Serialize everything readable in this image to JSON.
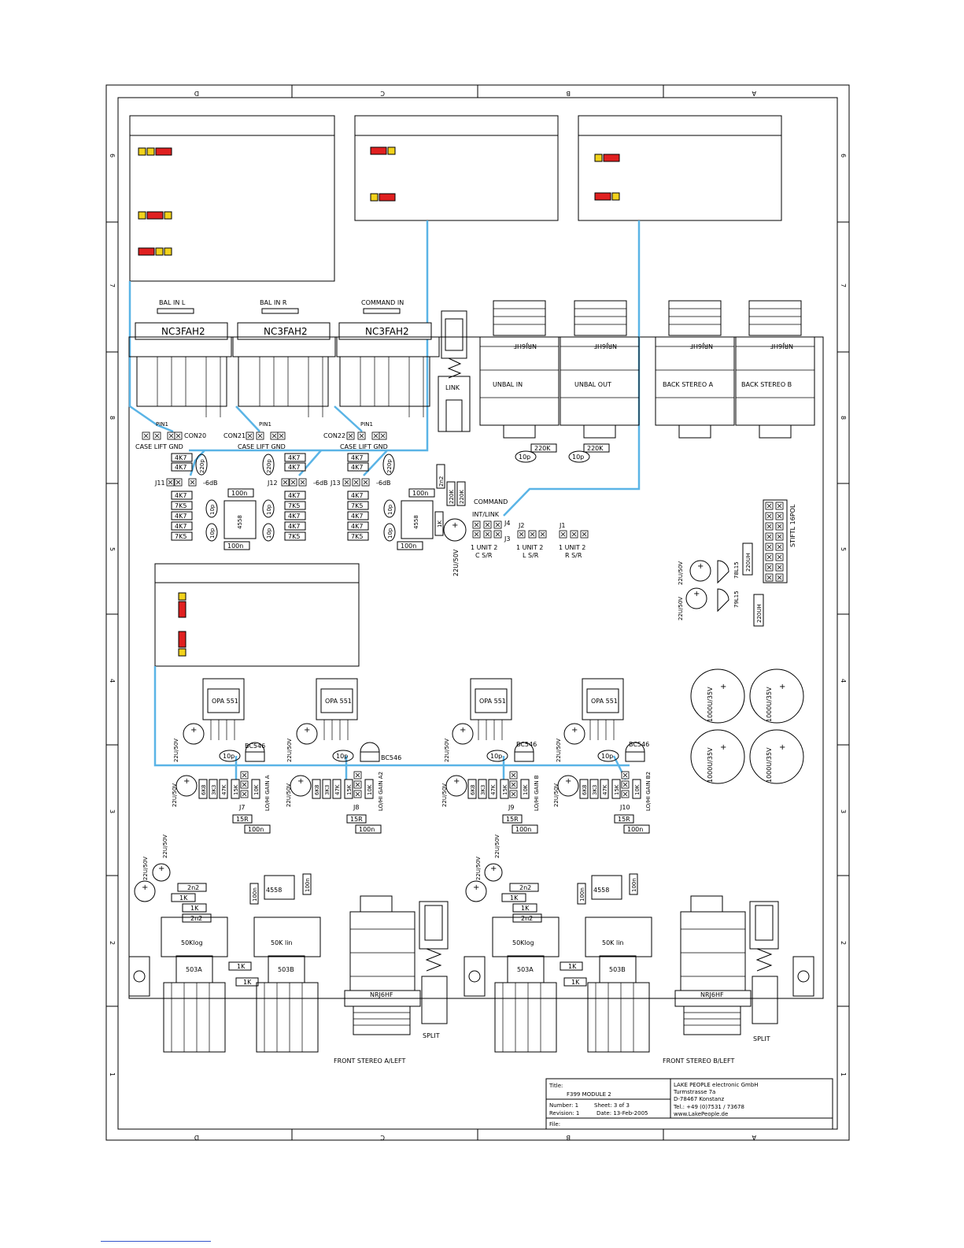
{
  "frame": {
    "col_letters": [
      "D",
      "C",
      "B",
      "A"
    ],
    "row_numbers": [
      "6",
      "7",
      "8",
      "5",
      "4",
      "3",
      "2",
      "1"
    ]
  },
  "connectors": {
    "xlr": [
      {
        "label": "BAL IN L",
        "part": "NC3FAH2",
        "con": "CON20"
      },
      {
        "label": "BAL IN R",
        "part": "NC3FAH2",
        "con": "CON21"
      },
      {
        "label": "COMMAND IN",
        "part": "NC3FAH2",
        "con": "CON22"
      }
    ],
    "pin1": "PIN1",
    "case_lift_gnd": "CASE LIFT GND",
    "link": "LINK",
    "jacks": [
      {
        "label": "UNBAL IN",
        "part": "NRJ6HF"
      },
      {
        "label": "UNBAL OUT",
        "part": "NRJ6HF"
      },
      {
        "label": "BACK STEREO A",
        "part": "NRJ6HF"
      },
      {
        "label": "BACK STEREO B",
        "part": "NRJ6HF"
      }
    ]
  },
  "components": {
    "r220k": "220K",
    "c10p": "10p",
    "c100n": "100n",
    "c2n2": "2n2",
    "c220p": "220p",
    "r4k7": "4K7",
    "r7k5": "7K5",
    "r1k": "1K",
    "r15k": "15K",
    "r10k": "10K",
    "r6k8": "6K8",
    "r3k3": "3K3",
    "r47k": "47K",
    "r15r": "15R",
    "ic4558": "4558",
    "opa": "OPA 551",
    "bc546": "BC546",
    "c22u": "22U/50V",
    "c1000u": "1000U/35V",
    "l220uh": "220UH",
    "reg_pos": "78L15",
    "reg_neg": "79L15",
    "stiftl": "STIFTL 16POL"
  },
  "jumpers": {
    "j11": "J11",
    "j12": "J12",
    "j13": "J13",
    "db": "-6dB",
    "j4": "J4",
    "j3": "J3",
    "j2": "J2",
    "j1": "J1",
    "command": "COMMAND",
    "int_link": "INT/LINK",
    "unit_sel": "1 UNIT 2",
    "c_sr": "C S/R",
    "l_sr": "L S/R",
    "r_sr": "R S/R",
    "j7": "J7",
    "j8": "J8",
    "j9": "J9",
    "j10": "J10",
    "gain": [
      "LO/HI GAIN A",
      "LO/HI GAIN A2",
      "LO/HI GAIN B",
      "LO/HI GAIN B2"
    ]
  },
  "front": {
    "pot_log": "50Klog",
    "pot_lin": "50K lin",
    "pot_a": "503A",
    "pot_b": "503B",
    "jack": "NRJ6HF",
    "split": "SPLIT",
    "stereo_a": "FRONT STEREO A/LEFT",
    "stereo_b": "FRONT STEREO B/LEFT"
  },
  "title_block": {
    "title_label": "Title:",
    "title": "F399 MODULE 2",
    "number": "Number:  1",
    "sheet": "Sheet:  3   of   3",
    "revision": "Revision:  1",
    "date": "Date:    13-Feb-2005",
    "file": "File:",
    "company": "LAKE PEOPLE electronic GmbH",
    "street": "Turmstrasse 7a",
    "city": "D-78467 Konstanz",
    "tel": "Tel.: +49 (0)7531 / 73678",
    "web": "www.LakePeople.de"
  },
  "colors": {
    "wire": "#5ab4e6",
    "jumper_red": "#e02020",
    "jumper_yellow": "#f2d21b"
  }
}
